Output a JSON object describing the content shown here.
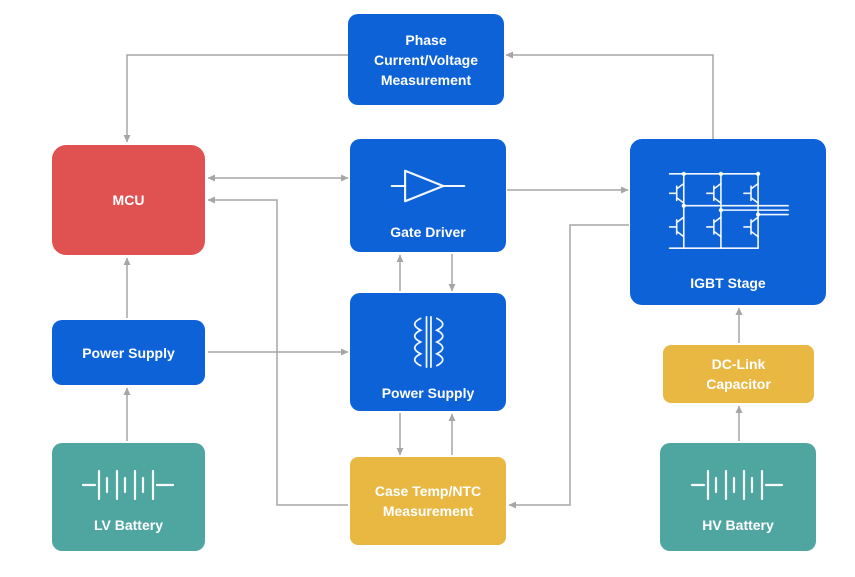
{
  "diagram": {
    "colors": {
      "block_blue": "#0e62d8",
      "block_red": "#e05252",
      "block_teal": "#4fa6a1",
      "block_gold": "#e8b843",
      "arrow_gray": "#a6a6a6",
      "label_text": "#ffffff",
      "background": "#ffffff"
    },
    "blocks": {
      "phase_measurement": {
        "line1": "Phase",
        "line2": "Current/Voltage",
        "line3": "Measurement"
      },
      "mcu": {
        "label": "MCU"
      },
      "gate_driver": {
        "label": "Gate Driver",
        "icon": "opamp-icon"
      },
      "igbt_stage": {
        "label": "IGBT Stage",
        "icon": "igbt-bridge-icon"
      },
      "power_supply_lv": {
        "label": "Power Supply"
      },
      "power_supply_main": {
        "label": "Power Supply",
        "icon": "transformer-icon"
      },
      "dc_link_capacitor": {
        "line1": "DC-Link",
        "line2": "Capacitor"
      },
      "lv_battery": {
        "label": "LV Battery",
        "icon": "battery-icon"
      },
      "case_temp_measurement": {
        "line1": "Case Temp/NTC",
        "line2": "Measurement"
      },
      "hv_battery": {
        "label": "HV Battery",
        "icon": "battery-icon"
      }
    },
    "connections": [
      {
        "from": "igbt_stage",
        "to": "phase_measurement"
      },
      {
        "from": "phase_measurement",
        "to": "mcu"
      },
      {
        "from": "mcu",
        "to": "gate_driver",
        "bidirectional": true
      },
      {
        "from": "gate_driver",
        "to": "igbt_stage"
      },
      {
        "from": "power_supply_lv",
        "to": "mcu"
      },
      {
        "from": "lv_battery",
        "to": "power_supply_lv"
      },
      {
        "from": "power_supply_lv",
        "to": "power_supply_main"
      },
      {
        "from": "power_supply_main",
        "to": "gate_driver"
      },
      {
        "from": "gate_driver",
        "to": "power_supply_main"
      },
      {
        "from": "power_supply_main",
        "to": "case_temp_measurement"
      },
      {
        "from": "case_temp_measurement",
        "to": "power_supply_main"
      },
      {
        "from": "case_temp_measurement",
        "to": "mcu"
      },
      {
        "from": "igbt_stage",
        "to": "case_temp_measurement"
      },
      {
        "from": "hv_battery",
        "to": "dc_link_capacitor"
      },
      {
        "from": "dc_link_capacitor",
        "to": "igbt_stage"
      }
    ]
  }
}
